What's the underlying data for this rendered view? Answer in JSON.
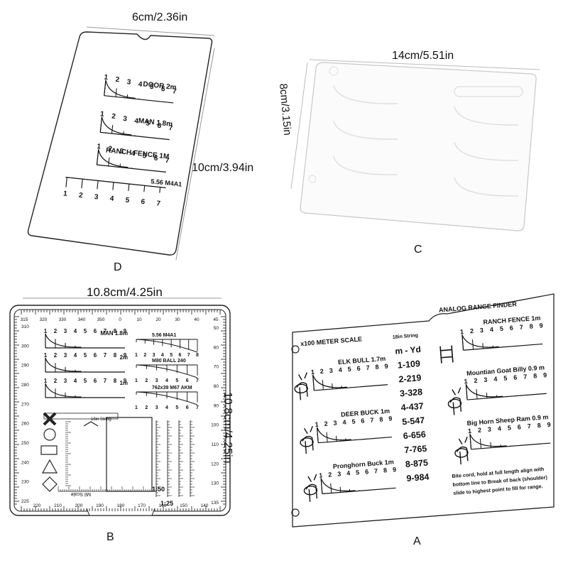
{
  "panel_d": {
    "dim_width": "6cm/2.36in",
    "dim_height": "10cm/3.94in",
    "letter": "D",
    "scales": [
      {
        "label": "DOOR 2m",
        "nums": [
          "1",
          "2",
          "3",
          "4",
          "5",
          "6",
          "7"
        ]
      },
      {
        "label": "MAN 1.8m",
        "nums": [
          "1",
          "2",
          "3",
          "4",
          "5",
          "6",
          "7"
        ]
      },
      {
        "label": "RANCH FENCE 1M",
        "nums": [
          "1",
          "2",
          "3",
          "4",
          "5",
          "6",
          "7"
        ]
      },
      {
        "label": "5.56 M4A1",
        "nums": [
          "1",
          "2",
          "3",
          "4",
          "5",
          "6",
          "7"
        ]
      }
    ]
  },
  "panel_c": {
    "dim_width": "14cm/5.51in",
    "dim_height": "8cm/3.15in",
    "letter": "C"
  },
  "panel_b": {
    "dim_width": "10.8cm/4.25in",
    "dim_height": "10.8cm/4.25in",
    "letter": "B",
    "top_degrees": [
      "315",
      "320",
      "330",
      "340",
      "350",
      "0",
      "10",
      "20",
      "30",
      "40",
      "45"
    ],
    "left_degrees": [
      "310",
      "300",
      "290",
      "280",
      "270",
      "260",
      "250",
      "240",
      "230",
      "225"
    ],
    "right_degrees": [
      "50",
      "60",
      "70",
      "80",
      "90",
      "100",
      "110",
      "120",
      "130",
      "135"
    ],
    "bottom_degrees": [
      "220",
      "210",
      "200",
      "190",
      "180",
      "170",
      "160",
      "150",
      "140"
    ],
    "left_scales": [
      {
        "label": "MAN 1.8m",
        "nums": [
          "1",
          "2",
          "3",
          "4",
          "5",
          "6",
          "7",
          "8",
          "9"
        ]
      },
      {
        "label": "2m",
        "nums": [
          "1",
          "2",
          "3",
          "4",
          "5",
          "6",
          "7",
          "8",
          "9"
        ]
      },
      {
        "label": "1m",
        "nums": [
          "1",
          "2",
          "3",
          "4",
          "5",
          "6",
          "7",
          "8",
          "9"
        ]
      }
    ],
    "right_scales": [
      {
        "label": "5.56 M4A1",
        "nums": [
          "1",
          "2",
          "3",
          "4",
          "5",
          "6",
          "7",
          "8"
        ]
      },
      {
        "label": "M80 BALL 240",
        "nums": [
          "1",
          "2",
          "3",
          "4",
          "5",
          "6",
          "7"
        ]
      },
      {
        "label": "762x39 M67 AKM",
        "nums": [
          "1",
          "2",
          "3",
          "4",
          "5",
          "6",
          "7"
        ]
      }
    ],
    "string_label": "18in String",
    "map_scale_top": "1:50",
    "map_scale_bottom": "1:25",
    "mil_scale": "Mil Scale"
  },
  "panel_a": {
    "letter": "A",
    "title": "ANALOG RANGE FINDER",
    "scale_header": "x100 METER SCALE",
    "string_header": "18in String",
    "conversion_header": "m - Yd",
    "conversions": [
      "1-109",
      "2-219",
      "3-328",
      "4-437",
      "5-547",
      "6-656",
      "7-765",
      "8-875",
      "9-984"
    ],
    "left_scales": [
      {
        "label": "ELK BULL 1.7m",
        "nums": [
          "1",
          "2",
          "3",
          "4",
          "5",
          "6",
          "7",
          "8",
          "9"
        ]
      },
      {
        "label": "DEER BUCK 1m",
        "nums": [
          "1",
          "2",
          "3",
          "4",
          "5",
          "6",
          "7",
          "8",
          "9"
        ]
      },
      {
        "label": "Pronghorn Buck 1m",
        "nums": [
          "1",
          "2",
          "3",
          "4",
          "5",
          "6",
          "7",
          "8",
          "9"
        ]
      }
    ],
    "right_scales": [
      {
        "label": "RANCH FENCE 1m",
        "nums": [
          "1",
          "2",
          "3",
          "4",
          "5",
          "6",
          "7",
          "8",
          "9"
        ]
      },
      {
        "label": "Mountian Goat Billy 0.9 m",
        "nums": [
          "1",
          "2",
          "3",
          "4",
          "5",
          "6",
          "7",
          "8",
          "9"
        ]
      },
      {
        "label": "Big Horn Sheep Ram 0.9 m",
        "nums": [
          "1",
          "2",
          "3",
          "4",
          "5",
          "6",
          "7",
          "8",
          "9"
        ]
      }
    ],
    "instructions": [
      "Bite cord, hold at full length align with",
      "bottom line to Break of back (shoulder)",
      "slide to highest point to fill for range."
    ]
  },
  "colors": {
    "ink": "#111111",
    "card_fill": "#ffffff",
    "faint": "#c8c8c8"
  }
}
